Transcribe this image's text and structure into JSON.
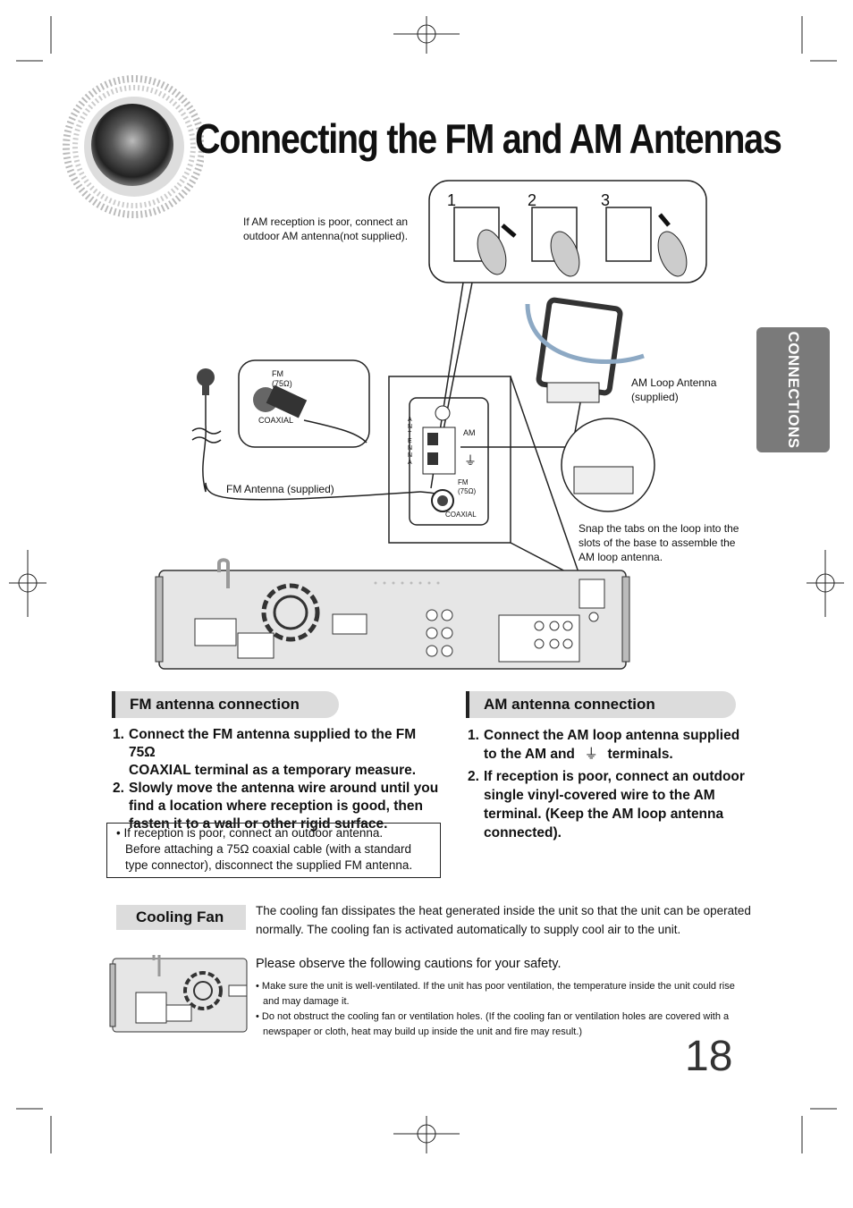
{
  "title": "Connecting the FM and AM Antennas",
  "side_tab": "CONNECTIONS",
  "diagram": {
    "step1": "1",
    "step2": "2",
    "step3": "3",
    "am_poor_note_line1": "If AM reception is poor, connect an",
    "am_poor_note_line2": "outdoor AM antenna(not supplied).",
    "am_loop_label_line1": "AM Loop Antenna",
    "am_loop_label_line2": "(supplied)",
    "fm_zoom_fm": "FM",
    "fm_zoom_ohm": "(75Ω)",
    "fm_zoom_coaxial": "COAXIAL",
    "panel_antenna": "ANTENNA",
    "panel_am": "AM",
    "panel_fm": "FM",
    "panel_fm_ohm": "(75Ω)",
    "panel_coaxial": "COAXIAL",
    "fm_antenna_label": "FM Antenna (supplied)",
    "snap_note_line1": "Snap the tabs on the loop into the",
    "snap_note_line2": "slots of the base to assemble the",
    "snap_note_line3": "AM loop antenna."
  },
  "fm_section": {
    "heading": "FM antenna connection",
    "steps": [
      {
        "n": "1.",
        "line1": "Connect the FM antenna supplied to the FM 75Ω",
        "line2": "COAXIAL terminal as a temporary measure."
      },
      {
        "n": "2.",
        "line1": "Slowly move the antenna wire around until you",
        "line2": "find a location where reception is good, then",
        "line3": "fasten it to a wall or other rigid surface."
      }
    ],
    "note_line1": "• If reception is poor, connect an outdoor antenna.",
    "note_line2": "Before attaching a 75Ω coaxial cable (with a standard",
    "note_line3": "type connector), disconnect the supplied FM antenna."
  },
  "am_section": {
    "heading": "AM antenna connection",
    "step1_n": "1.",
    "step1_line1": "Connect the AM loop antenna supplied",
    "step1_line2a": "to the AM and",
    "step1_line2b": "terminals.",
    "step2_n": "2.",
    "step2_line1": "If reception is poor, connect an outdoor",
    "step2_line2": "single vinyl-covered wire to the AM",
    "step2_line3": "terminal. (Keep the AM loop antenna",
    "step2_line4": "connected)."
  },
  "cooling": {
    "heading": "Cooling Fan",
    "desc_line1": "The cooling fan dissipates the heat generated inside the unit so that the unit can be operated",
    "desc_line2": "normally. The cooling fan is activated automatically to supply cool air to the unit.",
    "caution_intro": "Please observe the following cautions for your safety.",
    "bullet1_line1": "Make sure the unit is well-ventilated. If the unit has poor ventilation, the temperature inside the unit could rise",
    "bullet1_line2": "and may damage it.",
    "bullet2_line1": "Do not obstruct the cooling fan or ventilation holes. (If the cooling fan or ventilation holes are covered with a",
    "bullet2_line2": "newspaper or cloth, heat may build up inside the unit and fire may result.)"
  },
  "page_number": "18"
}
